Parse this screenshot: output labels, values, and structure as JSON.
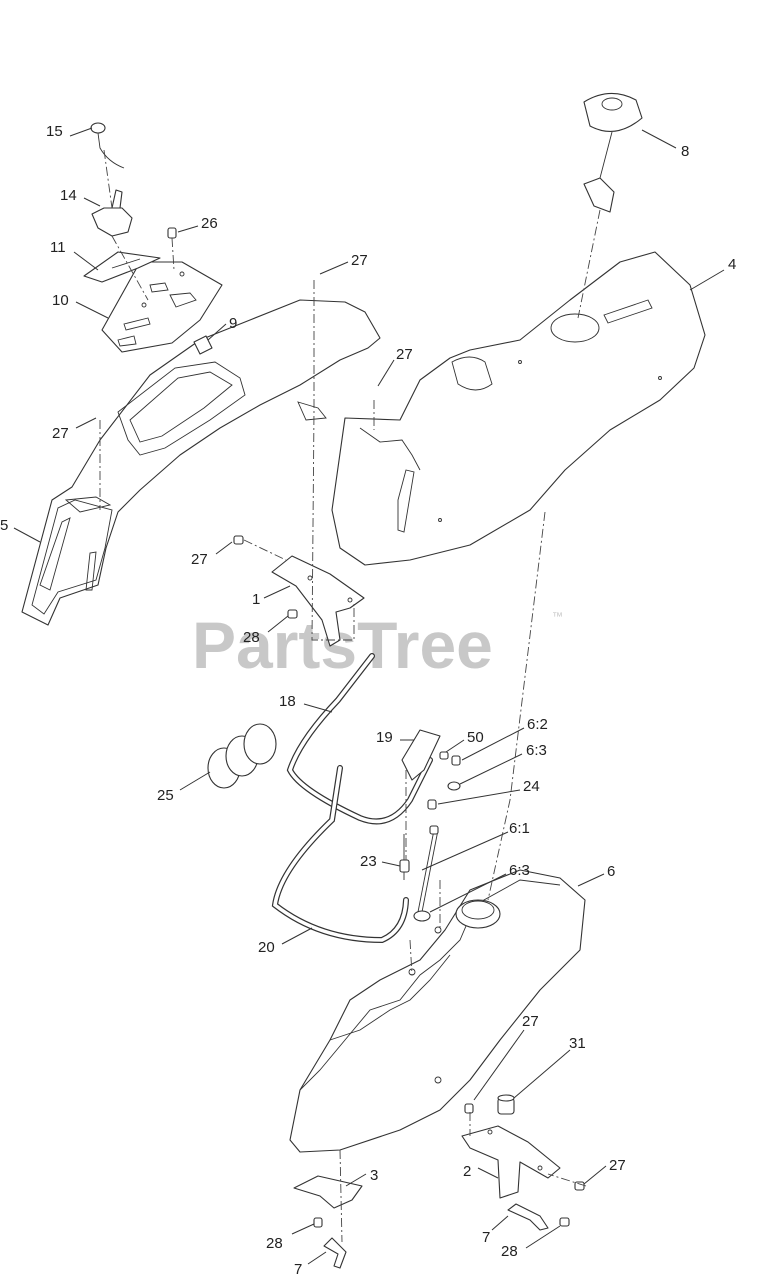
{
  "watermark": {
    "text": "PartsTree",
    "trademark": "™"
  },
  "callouts": [
    {
      "id": "c15",
      "label": "15"
    },
    {
      "id": "c14",
      "label": "14"
    },
    {
      "id": "c26",
      "label": "26"
    },
    {
      "id": "c11",
      "label": "11"
    },
    {
      "id": "c10",
      "label": "10"
    },
    {
      "id": "c9",
      "label": "9"
    },
    {
      "id": "c27a",
      "label": "27"
    },
    {
      "id": "c27b",
      "label": "27"
    },
    {
      "id": "c27c",
      "label": "27"
    },
    {
      "id": "c5",
      "label": "5"
    },
    {
      "id": "c8",
      "label": "8"
    },
    {
      "id": "c4",
      "label": "4"
    },
    {
      "id": "c27d",
      "label": "27"
    },
    {
      "id": "c1",
      "label": "1"
    },
    {
      "id": "c28a",
      "label": "28"
    },
    {
      "id": "c18",
      "label": "18"
    },
    {
      "id": "c19",
      "label": "19"
    },
    {
      "id": "c50",
      "label": "50"
    },
    {
      "id": "c62",
      "label": "6:2"
    },
    {
      "id": "c63a",
      "label": "6:3"
    },
    {
      "id": "c24",
      "label": "24"
    },
    {
      "id": "c25",
      "label": "25"
    },
    {
      "id": "c61",
      "label": "6:1"
    },
    {
      "id": "c23",
      "label": "23"
    },
    {
      "id": "c63b",
      "label": "6:3"
    },
    {
      "id": "c6",
      "label": "6"
    },
    {
      "id": "c20",
      "label": "20"
    },
    {
      "id": "c27e",
      "label": "27"
    },
    {
      "id": "c31",
      "label": "31"
    },
    {
      "id": "c3",
      "label": "3"
    },
    {
      "id": "c2",
      "label": "2"
    },
    {
      "id": "c27f",
      "label": "27"
    },
    {
      "id": "c28b",
      "label": "28"
    },
    {
      "id": "c7a",
      "label": "7"
    },
    {
      "id": "c7b",
      "label": "7"
    },
    {
      "id": "c28c",
      "label": "28"
    }
  ]
}
